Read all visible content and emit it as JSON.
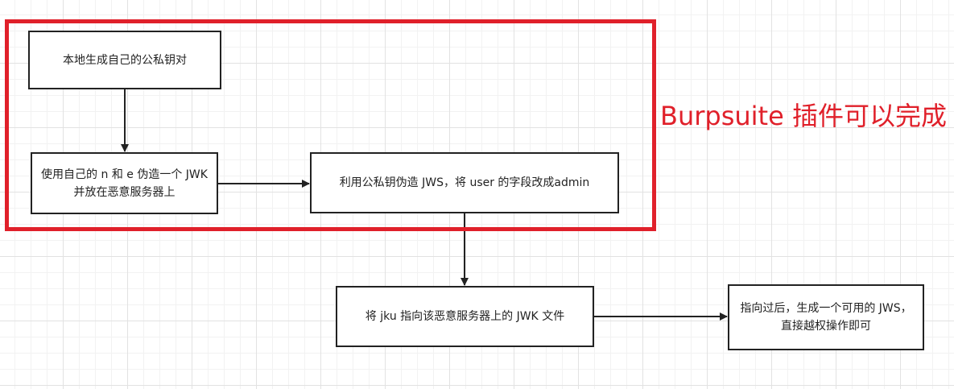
{
  "diagram": {
    "nodes": [
      {
        "id": "n1",
        "label": "本地生成自己的公私钥对"
      },
      {
        "id": "n2",
        "label": "使用自己的 n 和 e 伪造一个 JWK 并放在恶意服务器上"
      },
      {
        "id": "n3",
        "label": "利用公私钥伪造 JWS，将 user 的字段改成admin"
      },
      {
        "id": "n4",
        "label": "将 jku 指向该恶意服务器上的 JWK 文件"
      },
      {
        "id": "n5",
        "label": "指向过后，生成一个可用的 JWS，直接越权操作即可"
      }
    ],
    "edges": [
      {
        "from": "n1",
        "to": "n2"
      },
      {
        "from": "n2",
        "to": "n3"
      },
      {
        "from": "n3",
        "to": "n4"
      },
      {
        "from": "n4",
        "to": "n5"
      }
    ],
    "group": {
      "label": "Burpsuite 插件可以完成",
      "color": "#e0202a",
      "contains": [
        "n1",
        "n2",
        "n3"
      ]
    }
  }
}
